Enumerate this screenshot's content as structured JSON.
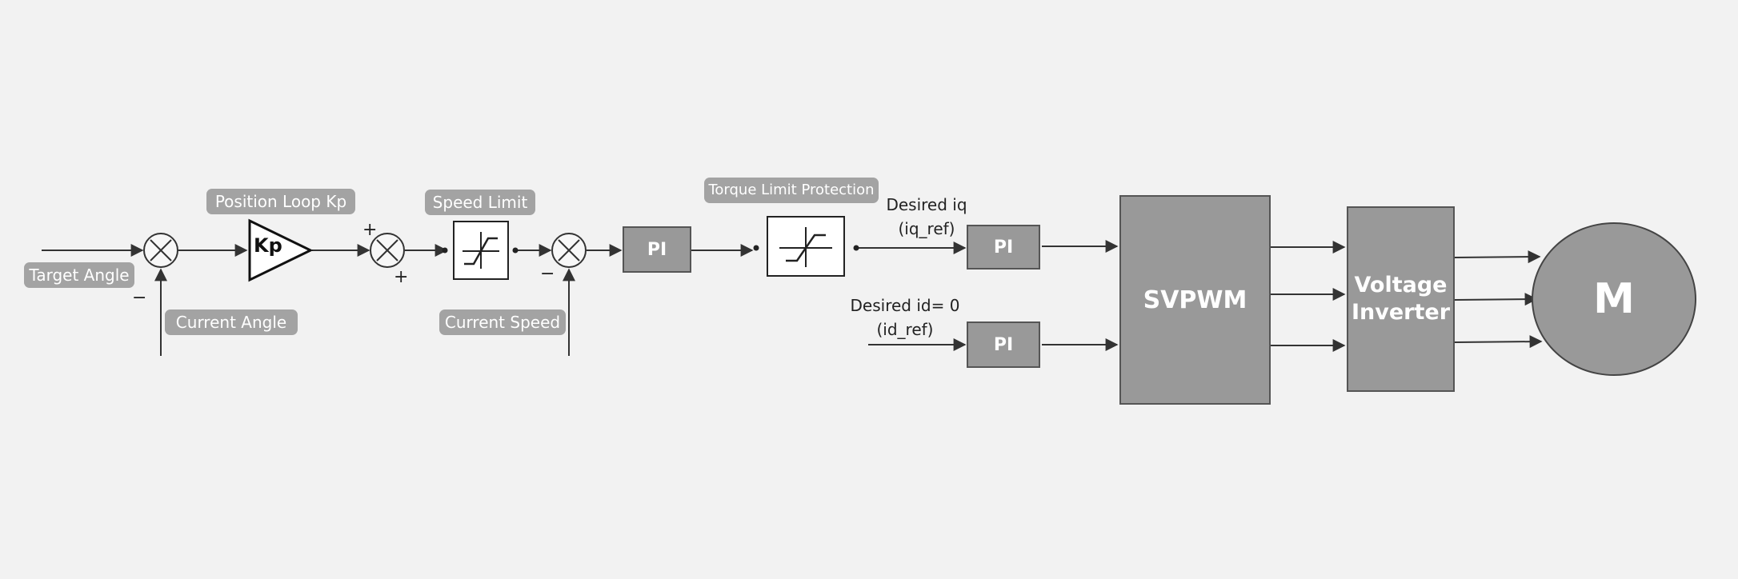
{
  "labels": {
    "target_angle": "Target Angle",
    "current_angle": "Current Angle",
    "position_loop_kp": "Position Loop Kp",
    "speed_limit": "Speed Limit",
    "current_speed": "Current Speed",
    "torque_limit_protection": "Torque Limit Protection",
    "desired_iq": "Desired iq",
    "iq_ref": "(iq_ref)",
    "desired_id": "Desired id= 0",
    "id_ref": "(id_ref)"
  },
  "blocks": {
    "kp": "Kp",
    "pi_speed": "PI",
    "pi_iq": "PI",
    "pi_id": "PI",
    "svpwm": "SVPWM",
    "inverter_line1": "Voltage",
    "inverter_line2": "Inverter",
    "motor": "M"
  },
  "signs": {
    "sum1_minus": "−",
    "sum2_plus_top": "+",
    "sum2_plus_bottom": "+",
    "sum3_minus": "−"
  }
}
